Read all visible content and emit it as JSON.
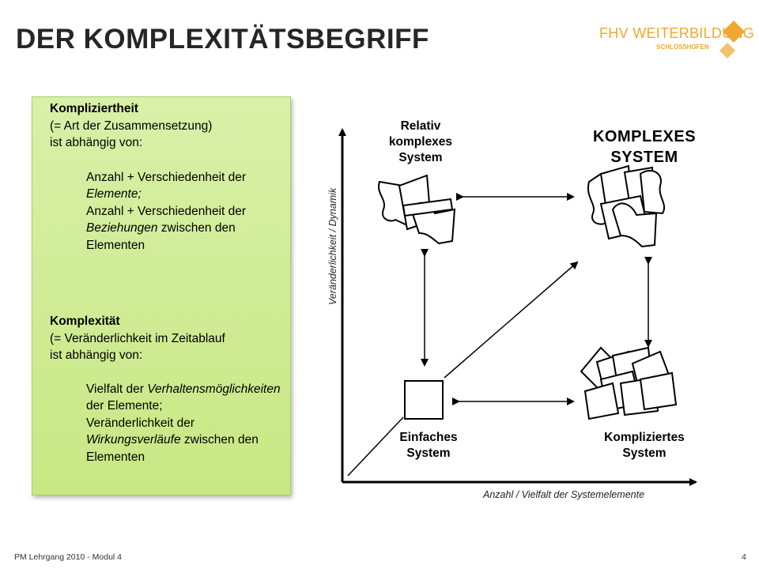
{
  "header": {
    "title": "DER KOMPLEXITÄTSBEGRIFF",
    "logo_text": "FHV WEITERBILDUNG",
    "logo_sub": "SCHLOSSHOFEN"
  },
  "textbox": {
    "accent_color": "#c8e884",
    "section1": {
      "heading": "Kompliziertheit",
      "line1": "(= Art der Zusammensetzung)",
      "line2": "ist abhängig von:",
      "item1_pre": "Anzahl + Verschiedenheit der ",
      "item1_em": "Elemente;",
      "item2_pre": "Anzahl + Verschiedenheit der ",
      "item2_em": "Beziehungen",
      "item2_post": " zwischen den Elementen"
    },
    "section2": {
      "heading": "Komplexität",
      "line1": "(= Veränderlichkeit im Zeitablauf",
      "line2": "ist abhängig von:",
      "item1_pre": "Vielfalt der ",
      "item1_em": "Verhaltensmöglichkeiten",
      "item1_post": " der Elemente;",
      "item2_pre": "Veränderlichkeit der ",
      "item2_em": "Wirkungsverläufe",
      "item2_post": " zwischen den Elementen"
    }
  },
  "diagram": {
    "top_left_label_l1": "Relativ",
    "top_left_label_l2": "komplexes",
    "top_left_label_l3": "System",
    "top_right_label_l1": "KOMPLEXES",
    "top_right_label_l2": "SYSTEM",
    "bottom_left_label_l1": "Einfaches",
    "bottom_left_label_l2": "System",
    "bottom_right_label_l1": "Kompliziertes",
    "bottom_right_label_l2": "System",
    "y_axis_label": "Veränderlichkeit / Dynamik",
    "x_axis_label": "Anzahl / Vielfalt der Systemelemente"
  },
  "footer": {
    "text": "PM Lehrgang 2010 - Modul 4",
    "page": "4"
  },
  "colors": {
    "logo": "#f0a830",
    "title": "#262626"
  }
}
